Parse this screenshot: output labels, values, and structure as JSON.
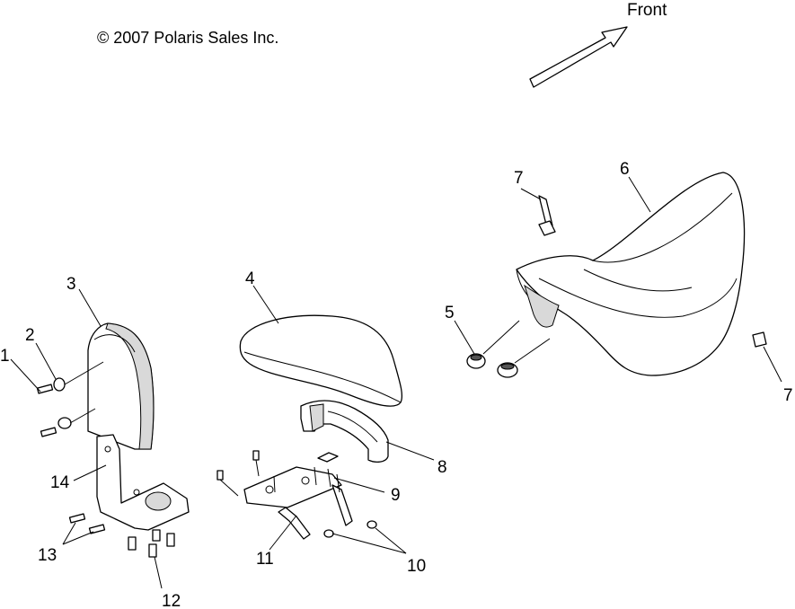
{
  "copyright": "© 2007 Polaris Sales Inc.",
  "direction_label": "Front",
  "callouts": {
    "c1": "1",
    "c2": "2",
    "c3": "3",
    "c4": "4",
    "c5": "5",
    "c6": "6",
    "c7a": "7",
    "c7b": "7",
    "c8": "8",
    "c9": "9",
    "c10": "10",
    "c11": "11",
    "c12": "12",
    "c13": "13",
    "c14": "14"
  }
}
